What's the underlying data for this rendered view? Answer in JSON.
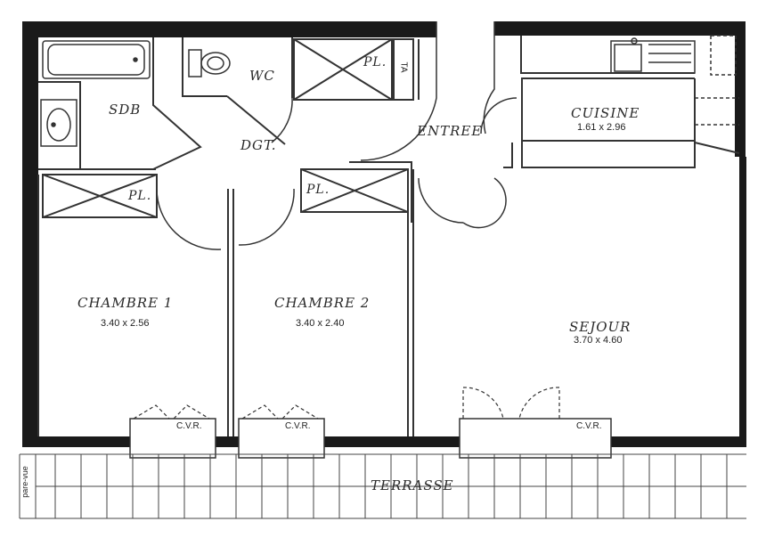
{
  "rooms": {
    "sdb": {
      "name": "SDB"
    },
    "wc": {
      "name": "WC"
    },
    "dgt": {
      "name": "DGT."
    },
    "entree": {
      "name": "ENTREE"
    },
    "cuisine": {
      "name": "CUISINE",
      "dims": "1.61 x 2.96"
    },
    "chambre1": {
      "name": "CHAMBRE  1",
      "dims": "3.40 x 2.56"
    },
    "chambre2": {
      "name": "CHAMBRE  2",
      "dims": "3.40 x 2.40"
    },
    "sejour": {
      "name": "SEJOUR",
      "dims": "3.70 x 4.60"
    },
    "terrasse": {
      "name": "TERRASSE"
    }
  },
  "closets": {
    "pl1": "PL.",
    "pl2": "PL.",
    "pl3": "PL.",
    "ta": "TA"
  },
  "cvr": {
    "c1": "C.V.R.",
    "c2": "C.V.R.",
    "c3": "C.V.R."
  },
  "pare_vue": "pare-vue",
  "colors": {
    "wall": "#1a1a1a",
    "line": "#333333",
    "paper": "#ffffff"
  }
}
